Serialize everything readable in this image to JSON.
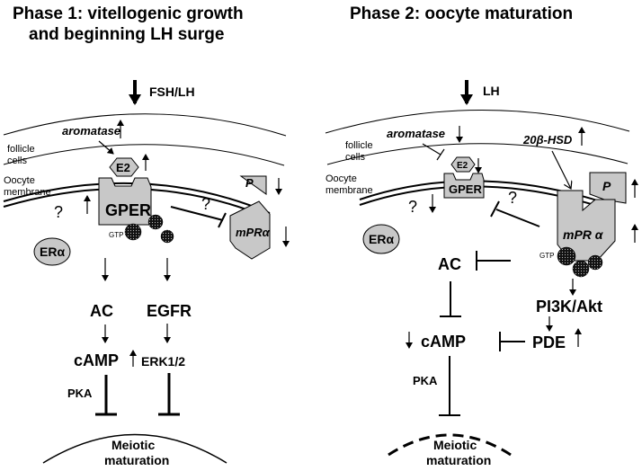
{
  "phase1": {
    "title_line1": "Phase 1: vitellogenic growth",
    "title_line2": "and beginning LH surge",
    "hormone": "FSH/LH",
    "aromatase": "aromatase",
    "follicle_line1": "follicle",
    "follicle_line2": "cells",
    "oocyte_line1": "Oocyte",
    "oocyte_line2": "membrane",
    "e2": "E2",
    "gper": "GPER",
    "gtp": "GTP",
    "era": "ERα",
    "mpr": "mPRα",
    "p": "P",
    "question": "?",
    "ac": "AC",
    "camp": "cAMP",
    "pka": "PKA",
    "egfr": "EGFR",
    "erk": "ERK1/2",
    "meiotic_line1": "Meiotic",
    "meiotic_line2": "maturation"
  },
  "phase2": {
    "title": "Phase 2: oocyte maturation",
    "hormone": "LH",
    "aromatase": "aromatase",
    "hsd": "20β-HSD",
    "follicle_line1": "follicle",
    "follicle_line2": "cells",
    "oocyte_line1": "Oocyte",
    "oocyte_line2": "membrane",
    "e2": "E2",
    "gper": "GPER",
    "gtp": "GTP",
    "era": "ERα",
    "mpr": "mPR α",
    "p": "P",
    "question": "?",
    "ac": "AC",
    "camp": "cAMP",
    "pka": "PKA",
    "pi3k": "PI3K/Akt",
    "pde": "PDE",
    "meiotic_line1": "Meiotic",
    "meiotic_line2": "maturation"
  },
  "colors": {
    "receptor_fill": "#c8c8c8",
    "ink": "#000000"
  }
}
